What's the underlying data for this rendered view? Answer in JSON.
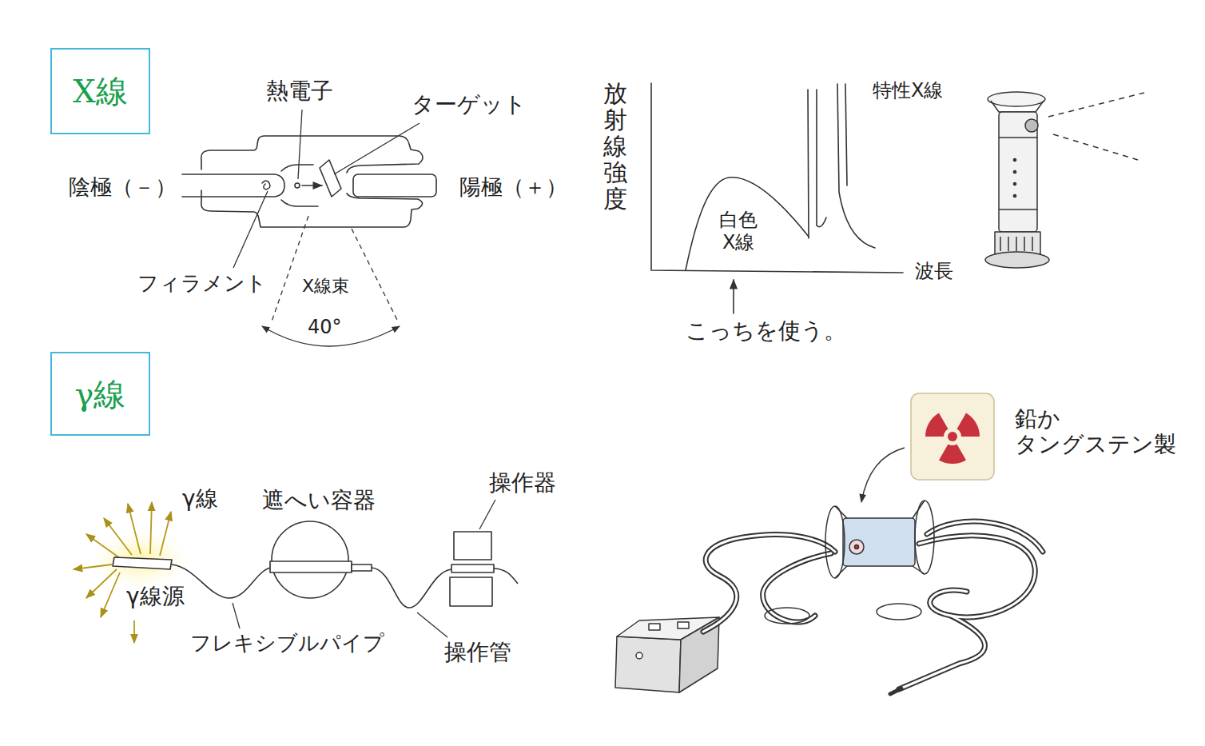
{
  "diagram": {
    "nodes": [
      {
        "text": [
          "X線"
        ]
      },
      {
        "text": [
          "γ線"
        ]
      }
    ],
    "labels": [
      "熱電子",
      "ターゲット",
      "陰極（－）",
      "陽極（＋）",
      "フィラメント",
      "X線束",
      "40°",
      "放射線強度",
      "特性X線",
      "白色 X線",
      "波長",
      "こっちを使う。",
      "γ線",
      "遮へい容器",
      "操作器",
      "γ線源",
      "フレキシブルパイプ",
      "操作管",
      "鉛か タングステン製"
    ]
  }
}
